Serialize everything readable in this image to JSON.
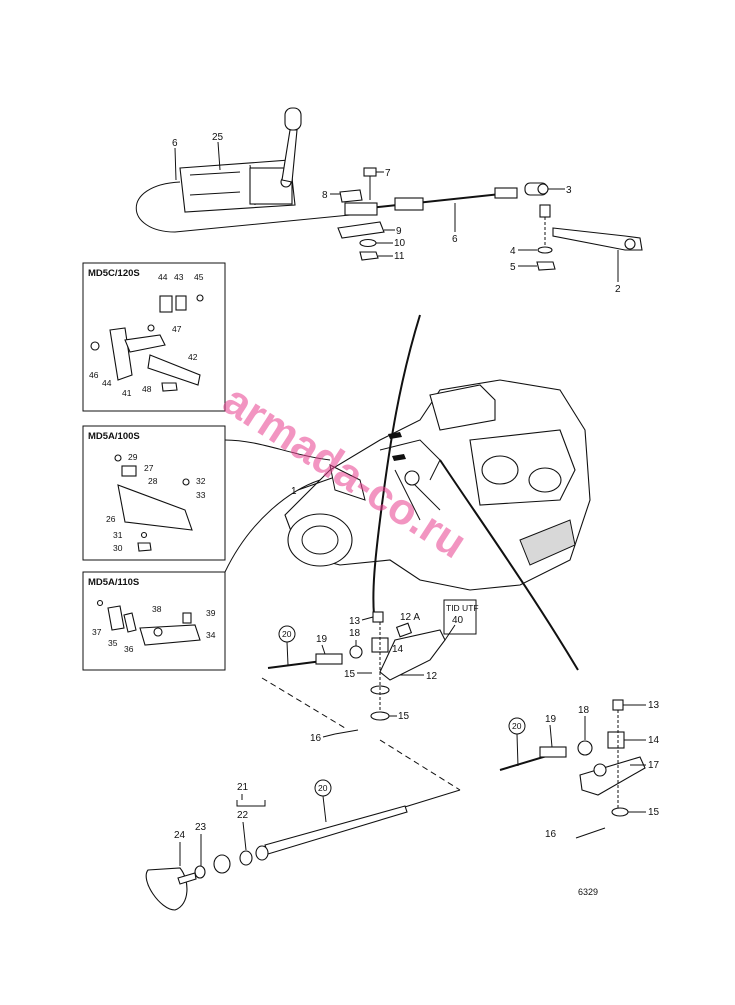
{
  "insets": [
    {
      "title": "MD5C/120S",
      "labels": [
        "44",
        "43",
        "45",
        "47",
        "46",
        "44",
        "41",
        "42",
        "48"
      ]
    },
    {
      "title": "MD5A/100S",
      "labels": [
        "29",
        "27",
        "28",
        "32",
        "33",
        "26",
        "31",
        "30"
      ]
    },
    {
      "title": "MD5A/110S",
      "labels": [
        "37",
        "35",
        "36",
        "38",
        "39",
        "34"
      ]
    }
  ],
  "tid_utf": {
    "label": "TID UTF",
    "value": "40"
  },
  "part_labels": {
    "p6a": "6",
    "p25": "25",
    "p7": "7",
    "p8": "8",
    "p3": "3",
    "p9": "9",
    "p10": "10",
    "p11": "11",
    "p6b": "6",
    "p4": "4",
    "p5": "5",
    "p2": "2",
    "p1": "1",
    "p13a": "13",
    "p12a": "12 A",
    "p18a": "18",
    "p14a": "14",
    "p15a": "15",
    "p12": "12",
    "p15b": "15",
    "p19a": "19",
    "p16a": "16",
    "p13b": "13",
    "p18b": "18",
    "p19b": "19",
    "p14b": "14",
    "p17": "17",
    "p15c": "15",
    "p16b": "16",
    "p21": "21",
    "p22": "22",
    "p23": "23",
    "p24": "24"
  },
  "circled_labels": {
    "c20a": "20",
    "c20b": "20",
    "c20c": "20"
  },
  "drawing_number": "6329",
  "watermark": "armada-co.ru"
}
